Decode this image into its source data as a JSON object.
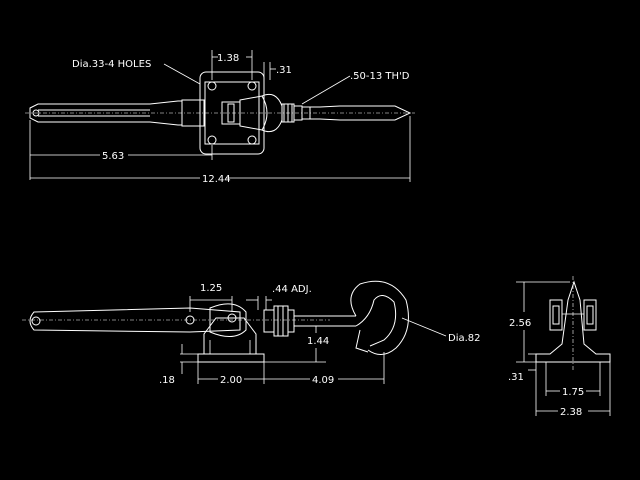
{
  "drawing": {
    "top_view": {
      "holes_label": "Dia.33-4 HOLES",
      "dim_hole_spacing": "1.38",
      "dim_flange": ".31",
      "thread_label": ".50-13 TH'D",
      "dim_handle_to_pivot": "5.63",
      "dim_overall_length": "12.44"
    },
    "side_view": {
      "dim_pivot": "1.25",
      "adjust_label": ".44 ADJ.",
      "dim_height": "1.44",
      "hook_label": "Dia.82",
      "dim_base_thickness": ".18",
      "dim_base_length": "2.00",
      "dim_reach": "4.09"
    },
    "end_view": {
      "dim_height": "2.56",
      "dim_base": ".31",
      "dim_hole_spacing": "1.75",
      "dim_width": "2.38"
    }
  }
}
